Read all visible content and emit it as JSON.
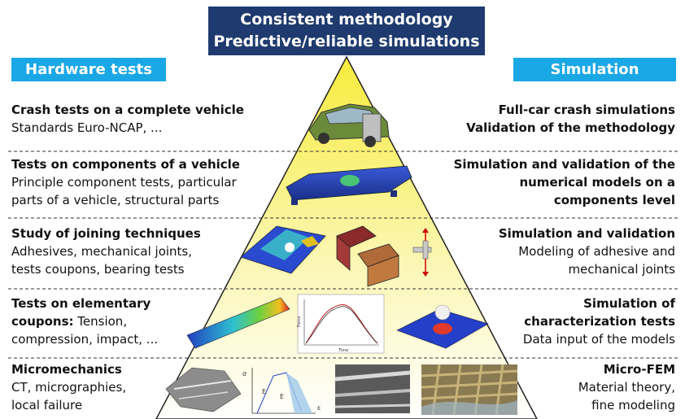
{
  "banner": {
    "line1": "Consistent methodology",
    "line2": "Predictive/reliable simulations"
  },
  "left_header": "Hardware tests",
  "right_header": "Simulation",
  "levels": [
    {
      "left": {
        "title": "Crash tests on a complete vehicle",
        "lines": [
          "Standards Euro-NCAP, ..."
        ]
      },
      "right": {
        "lines": [
          "Full-car crash simulations",
          "Validation of the methodology"
        ]
      }
    },
    {
      "left": {
        "title": "Tests on components of a vehicle",
        "lines": [
          "Principle component tests, particular",
          "parts of a vehicle, structural parts"
        ]
      },
      "right": {
        "lines": [
          "Simulation and validation of the",
          "numerical models on a",
          "components level"
        ]
      }
    },
    {
      "left": {
        "title": "Study of joining techniques",
        "lines": [
          "Adhesives, mechanical joints,",
          "tests coupons, bearing tests"
        ]
      },
      "right": {
        "title": "Simulation and validation",
        "lines": [
          "Modeling of adhesive and",
          "mechanical joints"
        ]
      }
    },
    {
      "left": {
        "title": "Tests on elementary",
        "title2": "coupons:",
        "line2_rest": " Tension,",
        "lines": [
          "compression, impact, ..."
        ]
      },
      "right": {
        "lines_bold": [
          "Simulation of",
          "characterization tests"
        ],
        "lines": [
          "Data input of the models"
        ]
      }
    },
    {
      "left": {
        "title": "Micromechanics",
        "lines": [
          "CT, micrographies,",
          "local failure"
        ]
      },
      "right": {
        "title": "Micro-FEM",
        "lines": [
          "Material theory,",
          "fine modeling"
        ]
      }
    }
  ],
  "chart_labels": {
    "force": "Force",
    "time": "Time",
    "sigma": "σ",
    "e1": "E",
    "e2": "E",
    "eps": "ε"
  },
  "colors": {
    "banner": "#1f3a6e",
    "tag": "#1aa7e6",
    "pyramid_top": "#f7ec3d",
    "pyramid_bottom": "#ffffff"
  }
}
